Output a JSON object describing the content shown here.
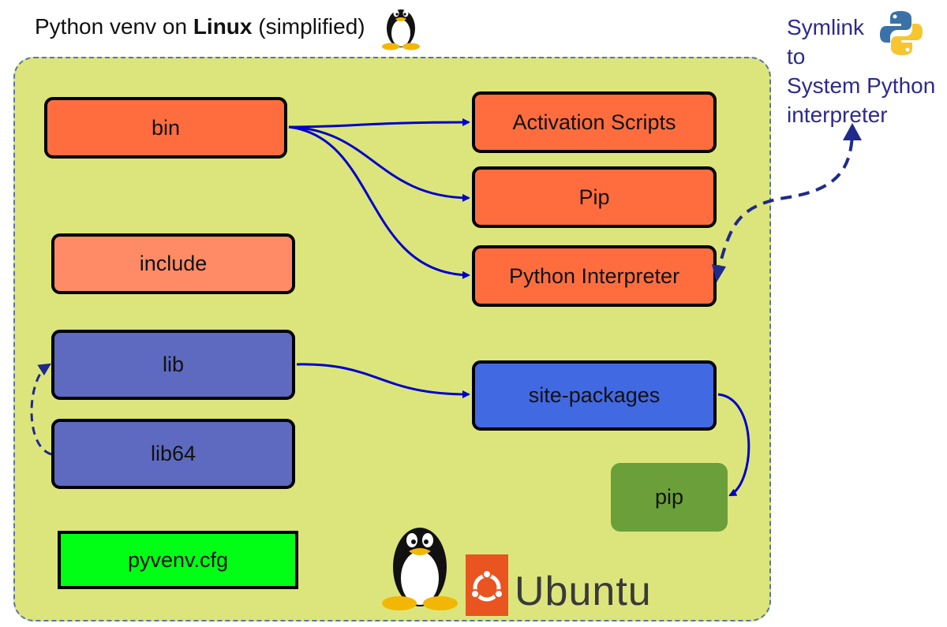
{
  "title": {
    "prefix": "Python venv on ",
    "bold": "Linux",
    "suffix": " (simplified)"
  },
  "symlink_note": {
    "line1": "Symlink",
    "line2": "to",
    "line3": "System Python",
    "line4": "interpreter"
  },
  "boxes": {
    "bin": "bin",
    "include": "include",
    "lib": "lib",
    "lib64": "lib64",
    "pyvenv_cfg": "pyvenv.cfg",
    "activation_scripts": "Activation Scripts",
    "pip_cap": "Pip",
    "python_interpreter": "Python Interpreter",
    "site_packages": "site-packages",
    "pip": "pip"
  },
  "logos": {
    "ubuntu_wordmark": "Ubuntu"
  },
  "colors": {
    "container_fill": "#dce57b",
    "orange": "#ff6d3f",
    "light_orange": "#ff8b66",
    "lib_blue": "#5d6abf",
    "site_packages_blue": "#4169e1",
    "pip_green": "#6a9f3a",
    "cfg_green": "#00ff14",
    "arrow_blue": "#0000cc",
    "dashed_arrow": "#1f2a8c",
    "ubuntu_orange": "#e95420"
  },
  "icons": [
    "tux-penguin-icon",
    "python-logo-icon",
    "ubuntu-logo-icon"
  ]
}
